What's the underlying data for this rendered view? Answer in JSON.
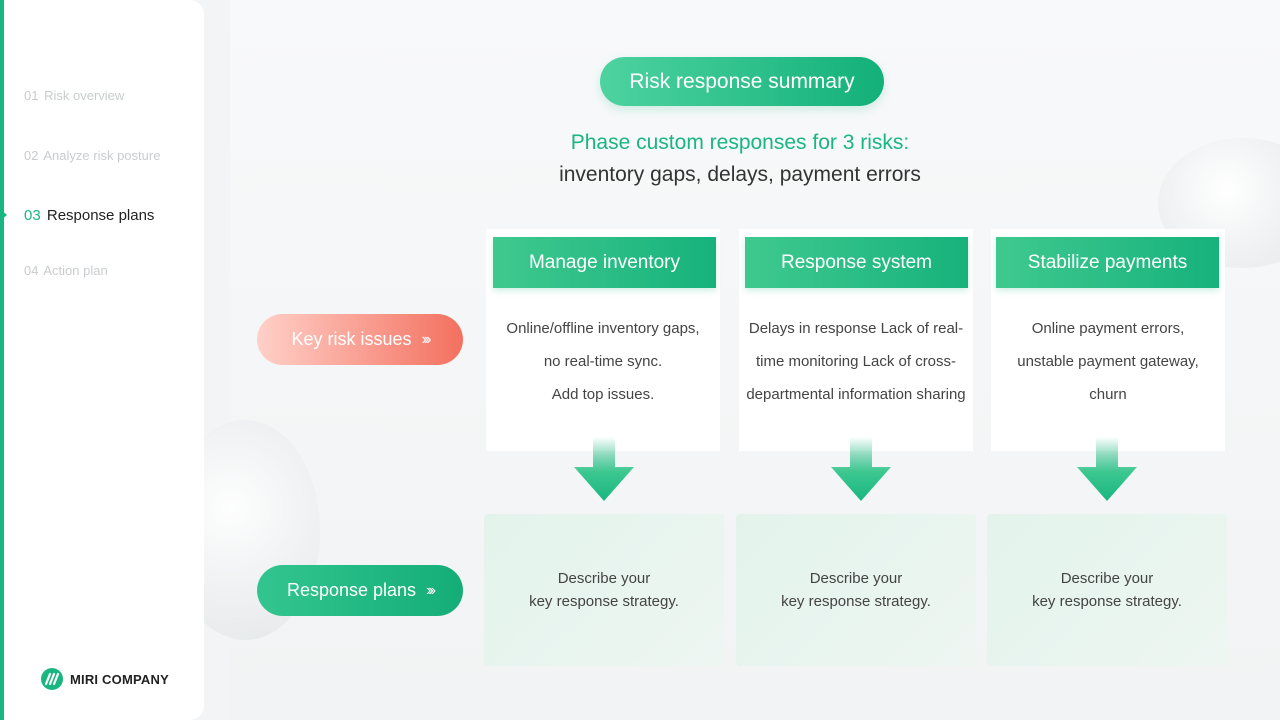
{
  "sidebar": {
    "items": [
      {
        "num": "01",
        "label": "Risk overview",
        "active": false
      },
      {
        "num": "02",
        "label": "Analyze risk posture",
        "active": false
      },
      {
        "num": "03",
        "label": "Response plans",
        "active": true
      },
      {
        "num": "04",
        "label": "Action plan",
        "active": false
      }
    ],
    "company": "MIRI COMPANY"
  },
  "header": {
    "title": "Risk response summary",
    "subtitle_line1": "Phase custom responses for 3 risks:",
    "subtitle_line2": "inventory gaps, delays, payment errors"
  },
  "row_labels": {
    "risk": "Key risk issues",
    "plan": "Response plans",
    "chevrons": "›››"
  },
  "columns": [
    {
      "title": "Manage inventory",
      "issues": [
        "Online/offline inventory gaps,",
        "no real-time sync.",
        "Add top issues."
      ],
      "plan": [
        "Describe your",
        "key response strategy."
      ]
    },
    {
      "title": "Response system",
      "issues": [
        "Delays in response Lack of real-",
        "time monitoring Lack of cross-",
        "departmental information sharing"
      ],
      "plan": [
        "Describe your",
        "key response strategy."
      ]
    },
    {
      "title": "Stabilize payments",
      "issues": [
        "Online payment errors,",
        "unstable payment gateway,",
        "churn"
      ],
      "plan": [
        "Describe your",
        "key response strategy."
      ]
    }
  ],
  "colors": {
    "accent": "#19b67f",
    "risk_pill": "#f3705f",
    "plan_box": "#e3f3ec"
  },
  "icons": {
    "logo": "leaf-logo-icon",
    "arrow": "down-arrow-icon",
    "nav": "pointer-triangle-icon"
  }
}
